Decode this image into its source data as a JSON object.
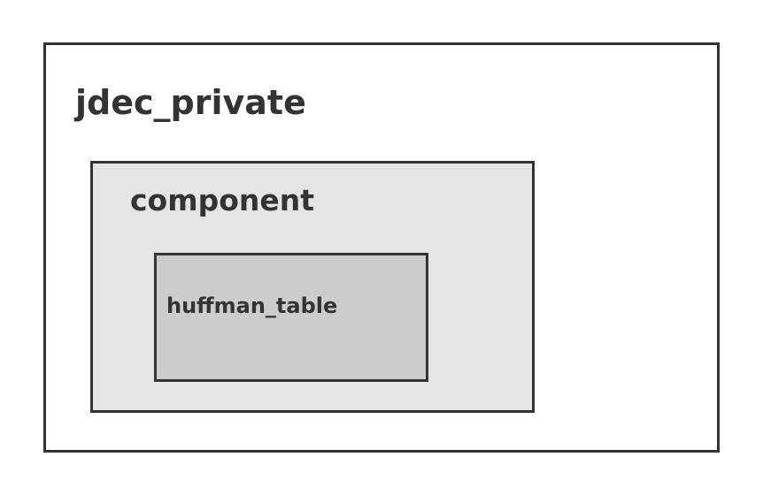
{
  "diagram": {
    "outer": {
      "label": "jdec_private"
    },
    "middle": {
      "label": "component"
    },
    "inner": {
      "label": "huffman_table"
    }
  },
  "colors": {
    "border": "#333333",
    "outer_fill": "#ffffff",
    "middle_fill": "#e5e5e5",
    "inner_fill": "#cccccc",
    "text": "#333333"
  }
}
